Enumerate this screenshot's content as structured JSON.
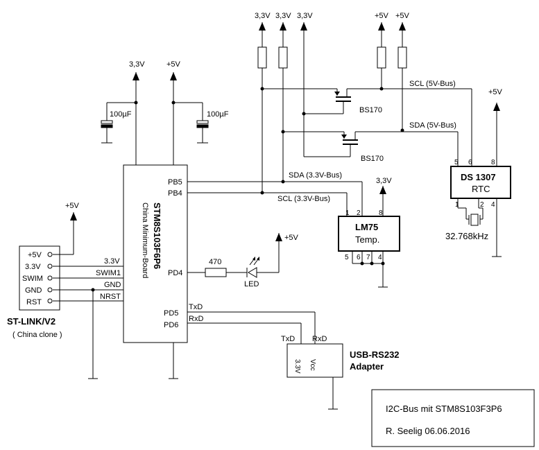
{
  "supply": {
    "v33": "3,3V",
    "v5": "+5V"
  },
  "caps": {
    "c1": "100µF",
    "c2": "100µF"
  },
  "mcu": {
    "name": "STM8S103F6P6",
    "subtitle": "China Minimum-Board",
    "pins": {
      "pb5": "PB5",
      "pb4": "PB4",
      "pd4": "PD4",
      "pd5": "PD5",
      "pd6": "PD6"
    },
    "left_pins": [
      "3.3V",
      "SWIM1",
      "GND",
      "NRST"
    ]
  },
  "stlink": {
    "name": "ST-LINK/V2",
    "note": "( China clone )",
    "pins": [
      "+5V",
      "3.3V",
      "SWIM",
      "GND",
      "RST"
    ]
  },
  "mosfets": {
    "m1": "BS170",
    "m2": "BS170"
  },
  "bus": {
    "scl_5v": "SCL (5V-Bus)",
    "sda_5v": "SDA (5V-Bus)",
    "sda_33": "SDA (3.3V-Bus)",
    "scl_33": "SCL (3.3V-Bus)"
  },
  "rtc": {
    "name": "DS 1307",
    "sub": "RTC",
    "pins": [
      "5",
      "6",
      "8",
      "1",
      "2",
      "4"
    ],
    "crystal": "32.768kHz"
  },
  "lm75": {
    "name": "LM75",
    "sub": "Temp.",
    "pins": [
      "1",
      "2",
      "8",
      "5",
      "6",
      "7",
      "4"
    ]
  },
  "led": {
    "resistor": "470",
    "label": "LED"
  },
  "serial": {
    "txd": "TxD",
    "rxd": "RxD",
    "adapter_line1": "USB-RS232",
    "adapter_line2": "Adapter",
    "pin_33": "3.3V",
    "pin_vcc": "Vcc"
  },
  "titleblock": {
    "line1": "I2C-Bus mit STM8S103F3P6",
    "line2": "R. Seelig 06.06.2016"
  }
}
